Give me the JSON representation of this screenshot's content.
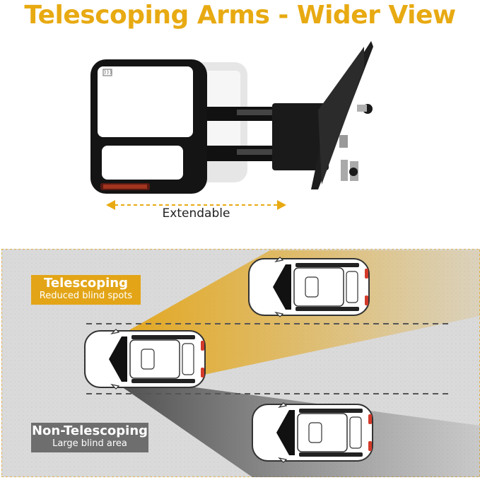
{
  "title": "Telescoping Arms - Wider View",
  "extend_label": "Extendable",
  "telescoping": {
    "title": "Telescoping",
    "subtitle": "Reduced blind spots"
  },
  "non_telescoping": {
    "title": "Non-Telescoping",
    "subtitle": "Large blind area"
  },
  "colors": {
    "accent": "#e8aa12",
    "gray_tag": "#6e6e6e",
    "road": "#d9d9d9",
    "taillight": "#d33a2a"
  },
  "icons": [
    "heated-mirror-icon",
    "turn-signal-light",
    "double-arrow-icon"
  ]
}
